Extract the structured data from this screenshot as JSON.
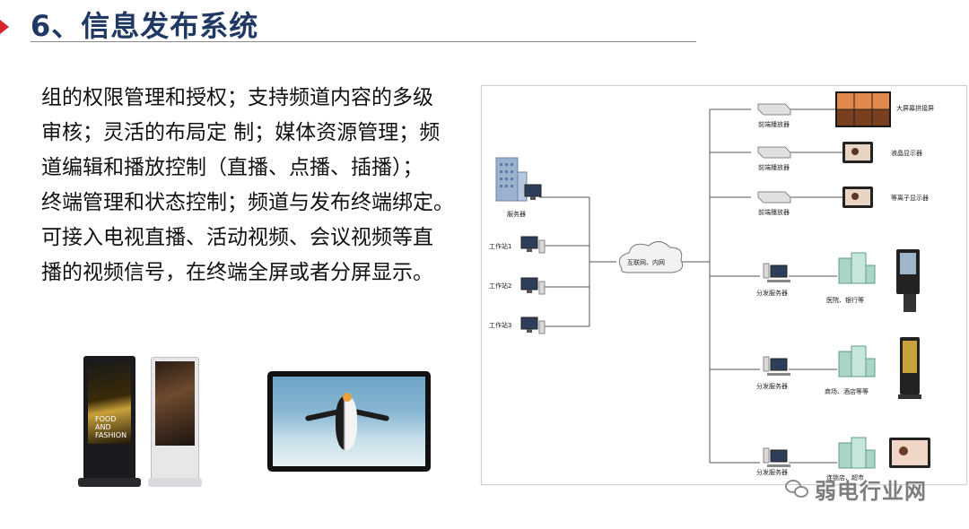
{
  "header": {
    "title": "6、信息发布系统"
  },
  "body": {
    "lines": [
      "组的权限管理和授权；支持频道内容的多级",
      "审核；灵活的布局定 制；媒体资源管理；频",
      "道编辑和播放控制（直播、点播、插播）；",
      "终端管理和状态控制；频道与发布终端绑定。",
      "可接入电视直播、活动视频、会议视频等直",
      "播的视频信号，在终端全屏或者分屏显示。"
    ]
  },
  "products": {
    "kiosk_text": "FOOD\nAND\nFASHION"
  },
  "diagram": {
    "server_label": "服务器",
    "workstations": [
      "工作站1",
      "工作站2",
      "工作站3"
    ],
    "network_label": "互联网、内网",
    "players": [
      {
        "label": "前端播放器",
        "display": "大屏幕拼接屏"
      },
      {
        "label": "前端播放器",
        "display": "液晶显示器"
      },
      {
        "label": "前端播放器",
        "display": "等离子显示器"
      }
    ],
    "distribution": [
      {
        "label": "分发服务器",
        "site": "医院、银行等"
      },
      {
        "label": "分发服务器",
        "site": "商场、酒店等等"
      },
      {
        "label": "分发服务器",
        "site": "连锁店、超市"
      }
    ]
  },
  "watermark": {
    "text": "弱电行业网"
  },
  "colors": {
    "title": "#1f3864",
    "accent": "#d6262b",
    "line": "#555555"
  }
}
